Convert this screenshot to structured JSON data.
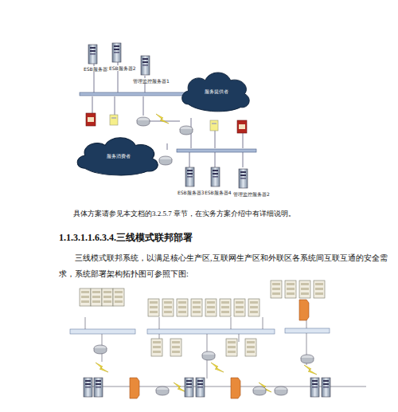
{
  "diagram": {
    "nodes": [
      {
        "text": [
          "ESB服务器1"
        ]
      },
      {
        "text": [
          "ESB服务器2"
        ]
      },
      {
        "text": [
          "管理监控服务器1"
        ]
      },
      {
        "text": [
          "服务提供者"
        ]
      },
      {
        "text": [
          "服务消费者"
        ]
      },
      {
        "text": [
          "ESB服务器3"
        ]
      },
      {
        "text": [
          "ESB服务器4"
        ]
      },
      {
        "text": [
          "管理监控服务器2"
        ]
      }
    ],
    "labels": [
      "具体方案请参见本文档的3.2.5.7 章节，在实务方案介绍中有详细说明。",
      "1.1.3.1.1.6.3.4.三线模式联邦部署",
      "三线模式联邦系统，以满足核心生产区,互联网生产区和外联区各系统间互联互通的安全需求，系统部署架构拓扑图可参照下图:"
    ]
  }
}
